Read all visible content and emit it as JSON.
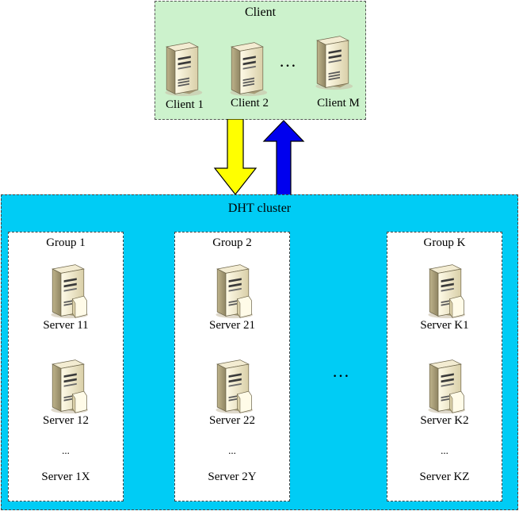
{
  "client": {
    "title": "Client",
    "ellipsis": "…",
    "clients": [
      {
        "label": "Client 1"
      },
      {
        "label": "Client 2"
      },
      {
        "label": "Client M"
      }
    ]
  },
  "cluster": {
    "title": "DHT cluster",
    "between_groups_ellipsis": "…",
    "groups": [
      {
        "title": "Group 1",
        "servers": [
          "Server 11",
          "Server 12"
        ],
        "ellipsis": "...",
        "last": "Server 1X"
      },
      {
        "title": "Group 2",
        "servers": [
          "Server 21",
          "Server 22"
        ],
        "ellipsis": "...",
        "last": "Server 2Y"
      },
      {
        "title": "Group K",
        "servers": [
          "Server K1",
          "Server K2"
        ],
        "ellipsis": "...",
        "last": "Server KZ"
      }
    ]
  },
  "colors": {
    "client_bg": "#ccf2cc",
    "cluster_bg": "#00ccf5",
    "request_arrow": "#ffff00",
    "response_arrow": "#0000ee"
  },
  "icons": {
    "client": "tower-server-icon",
    "server": "server-with-document-icon"
  }
}
